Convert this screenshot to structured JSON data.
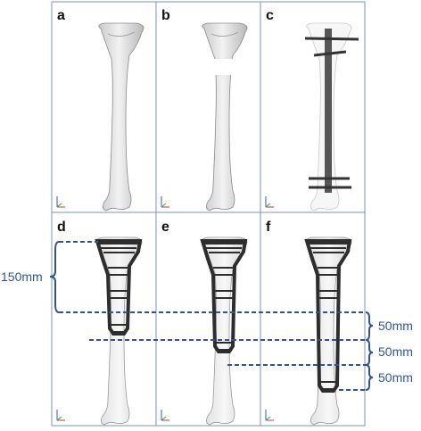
{
  "panels": [
    {
      "letter": "a"
    },
    {
      "letter": "b"
    },
    {
      "letter": "c"
    },
    {
      "letter": "d"
    },
    {
      "letter": "e"
    },
    {
      "letter": "f"
    }
  ],
  "dimensions": {
    "proximal": "150mm",
    "segments": [
      "50mm",
      "50mm",
      "50mm"
    ]
  },
  "colors": {
    "bone_light": "#e9e9e9",
    "bone_shade": "#bdbdbd",
    "bone_outline": "#8a8a8a",
    "frame": "#7a93bf",
    "dim_line": "#2f5597",
    "fixator": "#2d2d2d",
    "rod": "#555555"
  },
  "icons": [
    "axis-triad-icon"
  ]
}
